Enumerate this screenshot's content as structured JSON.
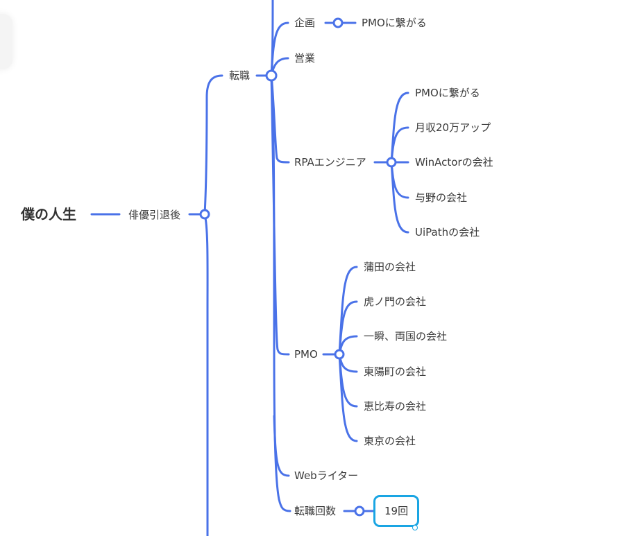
{
  "mindmap": {
    "root": "僕の人生",
    "branch": "俳優引退後",
    "career_change": "転職",
    "planning": "企画",
    "planning_child": "PMOに繋がる",
    "sales": "営業",
    "rpa": {
      "label": "RPAエンジニア",
      "children": [
        "PMOに繋がる",
        "月収20万アップ",
        "WinActorの会社",
        "与野の会社",
        "UiPathの会社"
      ]
    },
    "pmo": {
      "label": "PMO",
      "children": [
        "蒲田の会社",
        "虎ノ門の会社",
        "一瞬、両国の会社",
        "東陽町の会社",
        "恵比寿の会社",
        "東京の会社"
      ]
    },
    "web_writer": "Webライター",
    "job_changes": "転職回数",
    "job_changes_value": "19回"
  },
  "colors": {
    "edge": "#4a72e8",
    "selection": "#1aa5e3"
  }
}
